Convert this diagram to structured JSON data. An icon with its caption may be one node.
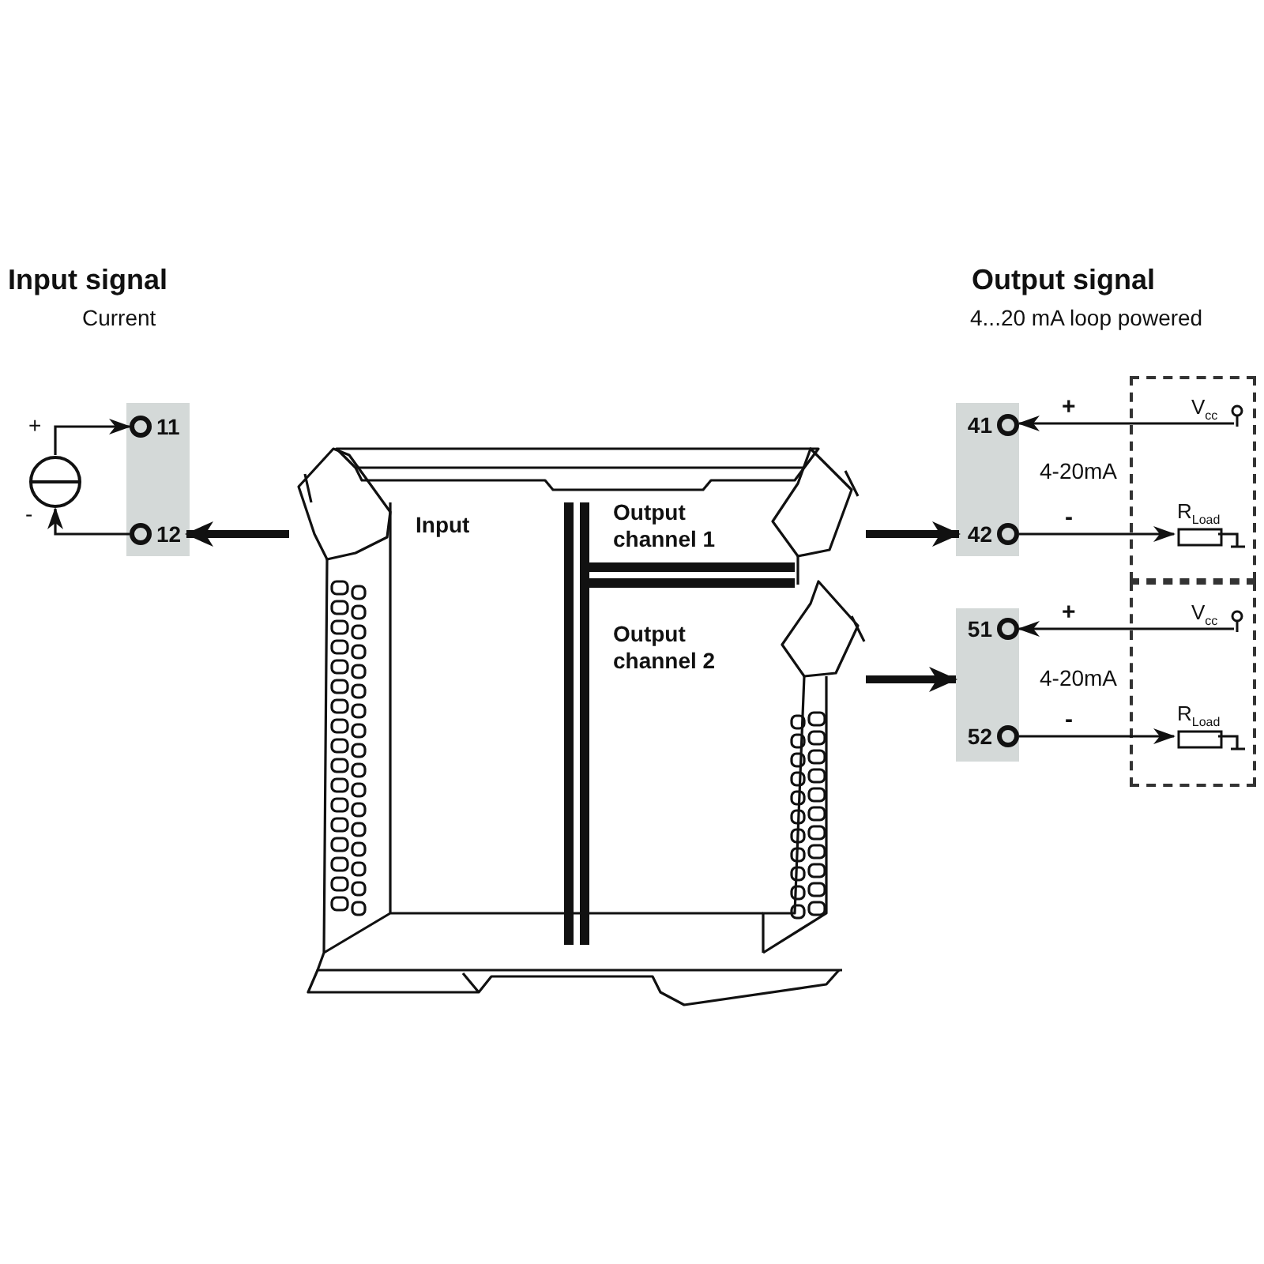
{
  "diagram": {
    "nodes": [
      {
        "text": [],
        "shape": "bar"
      },
      {
        "text": [
          "11"
        ],
        "in": 0
      },
      {
        "text": [
          "12"
        ],
        "in": 0
      },
      {
        "text": [],
        "shape": "circle",
        "beside": [
          "+",
          "-"
        ]
      },
      {
        "text": [],
        "shape": "picture"
      },
      {
        "text": [
          "Input"
        ],
        "in": 4
      },
      {
        "text": [
          "Output channel 1"
        ],
        "in": 4
      },
      {
        "text": [
          "Output channel 2"
        ],
        "in": 4
      },
      {
        "text": [],
        "shape": "bar"
      },
      {
        "text": [
          "41"
        ],
        "in": 8
      },
      {
        "text": [
          "42"
        ],
        "in": 8
      },
      {
        "text": [],
        "shape": "bar"
      },
      {
        "text": [
          "51"
        ],
        "in": 11
      },
      {
        "text": [
          "52"
        ],
        "in": 11
      },
      {
        "text": [],
        "shape": "box"
      },
      {
        "text": [
          "V$_{cc}$"
        ],
        "in": 14
      },
      {
        "text": [
          "R$_{Load}$"
        ],
        "in": 14
      },
      {
        "text": [],
        "shape": "box"
      },
      {
        "text": [
          "V$_{cc}$"
        ],
        "in": 17
      },
      {
        "text": [
          "R$_{Load}$"
        ],
        "in": 17
      }
    ],
    "edges": [
      {
        "from": 3,
        "to": 1,
        "arrow": "to"
      },
      {
        "from": 2,
        "to": 3,
        "arrow": "to"
      },
      {
        "from": 4,
        "to": 2,
        "arrow": "to",
        "style": "thick"
      },
      {
        "from": 4,
        "to": 10,
        "arrow": "to",
        "style": "thick"
      },
      {
        "from": 4,
        "to": 11,
        "arrow": "to",
        "style": "thick"
      },
      {
        "from": 15,
        "to": 9,
        "arrow": "to",
        "label": "+"
      },
      {
        "from": 10,
        "to": 16,
        "arrow": "to",
        "label": "-"
      },
      {
        "from": 18,
        "to": 12,
        "arrow": "to",
        "label": "+"
      },
      {
        "from": 13,
        "to": 19,
        "arrow": "to",
        "label": "-"
      }
    ],
    "labels": [
      "Input signal",
      "Current",
      "Output signal",
      "4...20 mA loop powered",
      "4-20mA",
      "4-20mA"
    ]
  }
}
